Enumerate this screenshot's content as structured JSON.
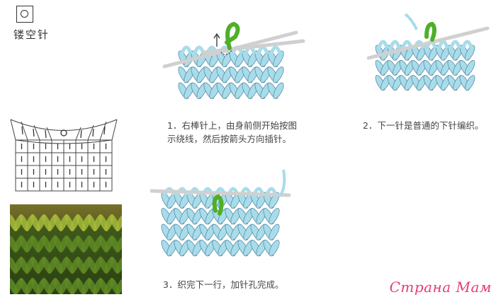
{
  "header": {
    "symbol_icon": "circle-yo-symbol-icon",
    "title": "镂空针"
  },
  "steps": [
    {
      "caption_line1": "1．右棒针上，由身前侧开始按图",
      "caption_line2": "示绕线，然后按箭头方向插针。"
    },
    {
      "caption_line1": "2．下一针是普通的下针编织。"
    },
    {
      "caption_line1": "3．织完下一行，加针孔完成。"
    }
  ],
  "watermark": "Страна Мам",
  "colors": {
    "yarn_blue": "#a9dcea",
    "yarn_outline": "#5a8ea6",
    "yarn_green": "#4fae2a",
    "needle": "#d8d8d8",
    "watermark": "#e83a7a"
  }
}
